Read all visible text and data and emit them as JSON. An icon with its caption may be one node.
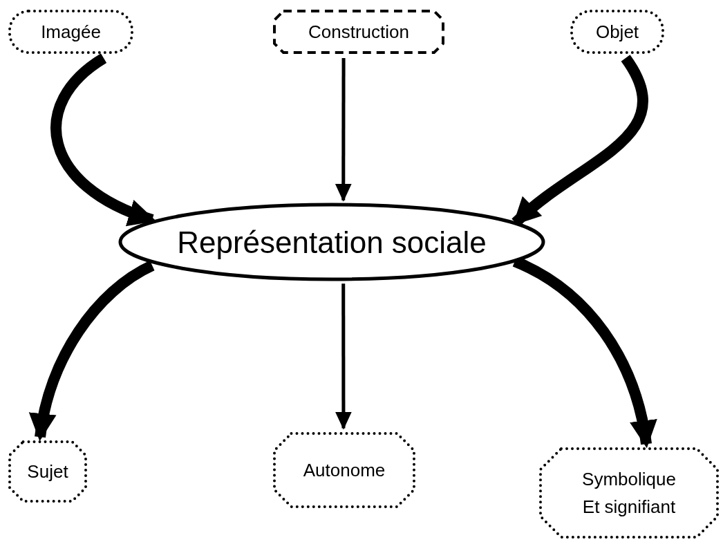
{
  "diagram": {
    "nodes": [
      {
        "text": [
          "Imagée"
        ]
      },
      {
        "text": [
          "Construction"
        ]
      },
      {
        "text": [
          "Objet"
        ]
      },
      {
        "text": [
          "Représentation sociale"
        ]
      },
      {
        "text": [
          "Sujet"
        ]
      },
      {
        "text": [
          "Autonome"
        ]
      },
      {
        "text": [
          "Symbolique",
          "Et signifiant"
        ]
      }
    ],
    "edges": [
      {
        "from": 0,
        "to": 3,
        "arrow": "to"
      },
      {
        "from": 1,
        "to": 3,
        "arrow": "to"
      },
      {
        "from": 2,
        "to": 3,
        "arrow": "to"
      },
      {
        "from": 3,
        "to": 4,
        "arrow": "to"
      },
      {
        "from": 3,
        "to": 5,
        "arrow": "to"
      },
      {
        "from": 3,
        "to": 6,
        "arrow": "to"
      }
    ]
  }
}
